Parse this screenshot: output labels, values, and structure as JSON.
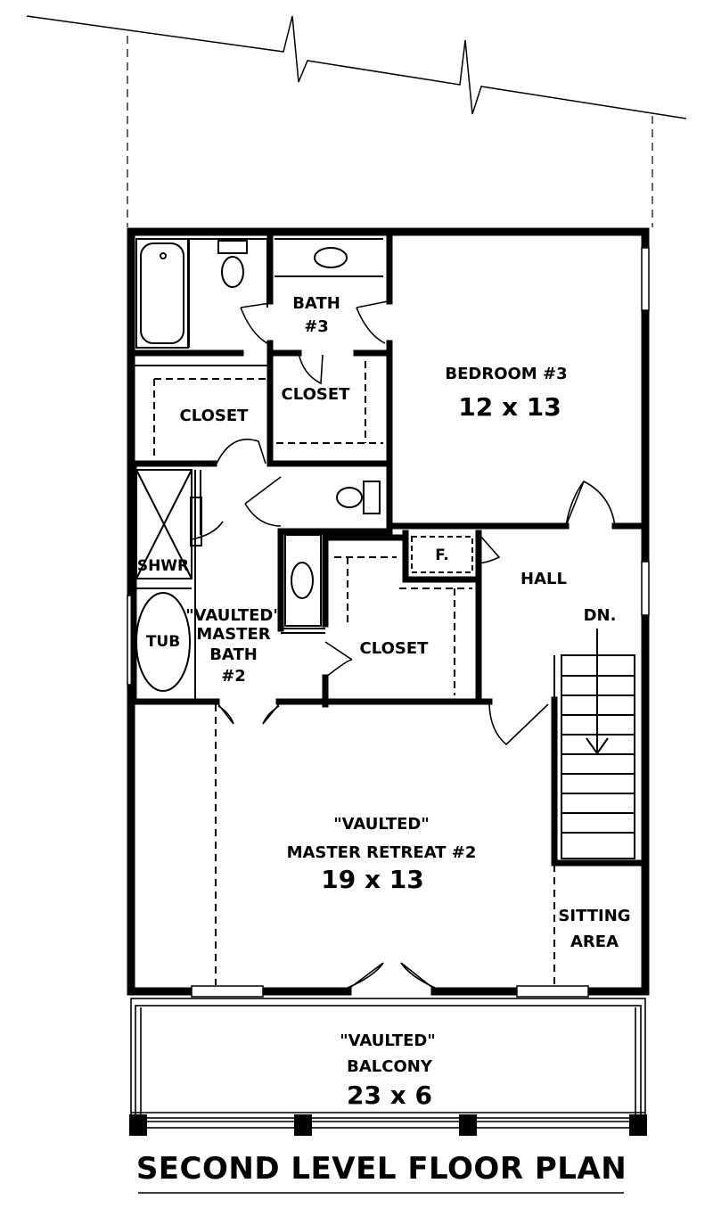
{
  "title": "SECOND LEVEL FLOOR PLAN",
  "rooms": {
    "bath3": {
      "name": "BATH",
      "number": "#3"
    },
    "bedroom3": {
      "name": "BEDROOM #3",
      "size": "12 x 13"
    },
    "closet_a": {
      "name": "CLOSET"
    },
    "closet_b": {
      "name": "CLOSET"
    },
    "closet_c": {
      "name": "CLOSET"
    },
    "shower": {
      "name": "SHWR"
    },
    "tub": {
      "name": "TUB"
    },
    "master_bath": {
      "line1": "\"VAULTED\"",
      "line2": "MASTER",
      "line3": "BATH",
      "line4": "#2"
    },
    "furnace": {
      "name": "F."
    },
    "hall": {
      "name": "HALL"
    },
    "stairs": {
      "name": "DN."
    },
    "master_retreat": {
      "line1": "\"VAULTED\"",
      "line2": "MASTER RETREAT #2",
      "size": "19 x 13"
    },
    "sitting_area": {
      "line1": "SITTING",
      "line2": "AREA"
    },
    "balcony": {
      "line1": "\"VAULTED\"",
      "line2": "BALCONY",
      "size": "23 x 6"
    }
  }
}
